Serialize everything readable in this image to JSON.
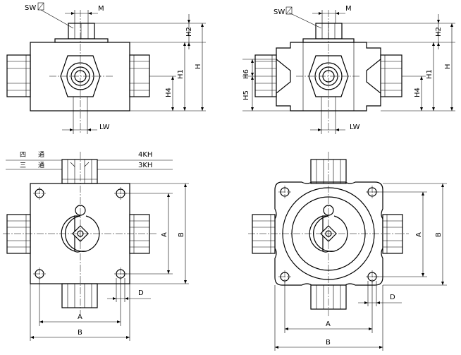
{
  "views": {
    "front_plain": {
      "labels": {
        "sw": "SW",
        "m": "M",
        "h2": "H2",
        "h1": "H1",
        "h": "H",
        "h4": "H4",
        "lw": "LW"
      }
    },
    "front_relief": {
      "labels": {
        "sw": "SW",
        "m": "M",
        "h2": "H2",
        "h1": "H1",
        "h": "H",
        "h4": "H4",
        "h5": "H5",
        "h6": "H6",
        "lw": "LW"
      }
    },
    "top_square": {
      "labels": {
        "a_h": "A",
        "b_h": "B",
        "a_v": "A",
        "b_v": "B",
        "d": "D"
      }
    },
    "top_round": {
      "labels": {
        "a_h": "A",
        "b_h": "B",
        "a_v": "A",
        "b_v": "B",
        "d": "D"
      }
    }
  },
  "port_legend": {
    "rows": [
      {
        "char1": "四",
        "char2": "通",
        "code": "4KH"
      },
      {
        "char1": "三",
        "char2": "通",
        "code": "3KH"
      }
    ]
  },
  "colors": {
    "line": "#000000",
    "background": "#ffffff"
  }
}
